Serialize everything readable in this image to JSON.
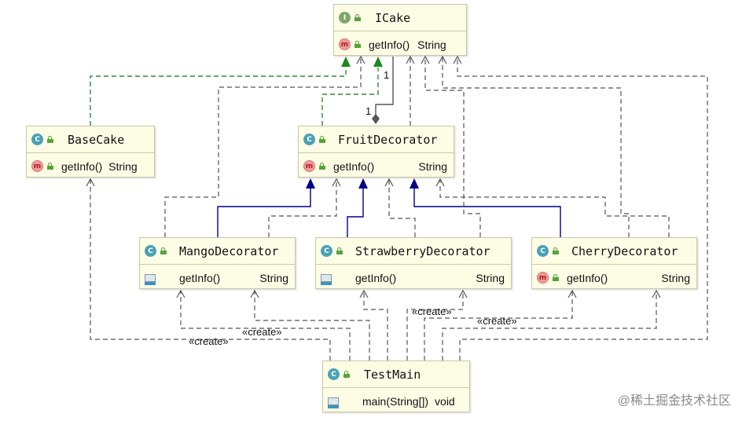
{
  "nodes": {
    "icake": {
      "title": "ICake",
      "kind_glyph": "I",
      "method": {
        "name": "getInfo()",
        "type": "String",
        "icon": "method-icon"
      }
    },
    "basecake": {
      "title": "BaseCake",
      "kind_glyph": "C",
      "method": {
        "name": "getInfo()",
        "type": "String",
        "icon": "method-icon"
      }
    },
    "fruit": {
      "title": "FruitDecorator",
      "kind_glyph": "C",
      "method": {
        "name": "getInfo()",
        "type": "String",
        "icon": "method-icon"
      }
    },
    "mango": {
      "title": "MangoDecorator",
      "kind_glyph": "C",
      "method": {
        "name": "getInfo()",
        "type": "String",
        "icon": "run-icon"
      }
    },
    "strawberry": {
      "title": "StrawberryDecorator",
      "kind_glyph": "C",
      "method": {
        "name": "getInfo()",
        "type": "String",
        "icon": "run-icon"
      }
    },
    "cherry": {
      "title": "CherryDecorator",
      "kind_glyph": "C",
      "method": {
        "name": "getInfo()",
        "type": "String",
        "icon": "method-icon"
      }
    },
    "testmain": {
      "title": "TestMain",
      "kind_glyph": "C",
      "method": {
        "name": "main(String[])",
        "type": "void",
        "icon": "run-icon"
      }
    }
  },
  "labels": {
    "mult_icake": "1",
    "mult_fruit": "1",
    "create1": "«create»",
    "create2": "«create»",
    "create3": "«create»",
    "create4": "«create»"
  },
  "watermark": "@稀土掘金技术社区",
  "colors": {
    "implements": "#2e8b2e",
    "extends": "#00008b",
    "dependency": "#555555",
    "composition": "#555555",
    "node_bg": "#fdfde6"
  }
}
